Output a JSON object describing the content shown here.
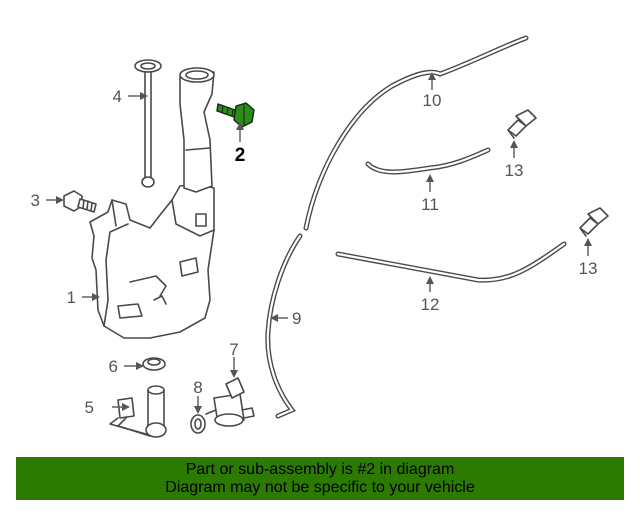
{
  "diagram": {
    "callouts": [
      "1",
      "2",
      "3",
      "4",
      "5",
      "6",
      "7",
      "8",
      "9",
      "10",
      "11",
      "12",
      "13",
      "13"
    ],
    "highlight_part": "2",
    "highlight_color": "#2f8a1c"
  },
  "footer": {
    "line1": "Part or sub-assembly is #2 in diagram",
    "line2": "Diagram may not be specific to your vehicle",
    "background": "#2c7a00"
  }
}
